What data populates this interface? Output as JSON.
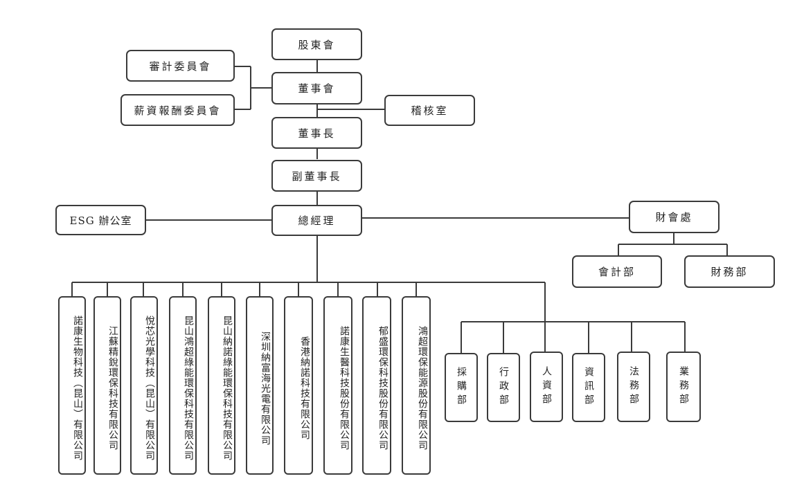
{
  "chart": {
    "shareholders": "股東會",
    "audit_committee": "審計委員會",
    "compensation_committee": "薪資報酬委員會",
    "board": "董事會",
    "internal_audit": "稽核室",
    "chairman": "董事長",
    "vice_chairman": "副董事長",
    "esg_office": "ESG 辦公室",
    "general_manager": "總經理",
    "finance_division": "財會處",
    "accounting_dept": "會計部",
    "treasury_dept": "財務部",
    "subsidiaries": [
      "諾康生物科技（昆山）有限公司",
      "江蘇精銳環保科技有限公司",
      "悅芯光學科技（昆山）有限公司",
      "昆山鴻超綠能環保科技有限公司",
      "昆山納諾綠能環保科技有限公司",
      "深圳納富海光電有限公司",
      "香港納諾科技有限公司",
      "諾康生醫科技股份有限公司",
      "郁盛環保科技股份有限公司",
      "鴻超環保能源股份有限公司"
    ],
    "departments": [
      "採購部",
      "行政部",
      "人資部",
      "資訊部",
      "法務部",
      "業務部"
    ]
  }
}
